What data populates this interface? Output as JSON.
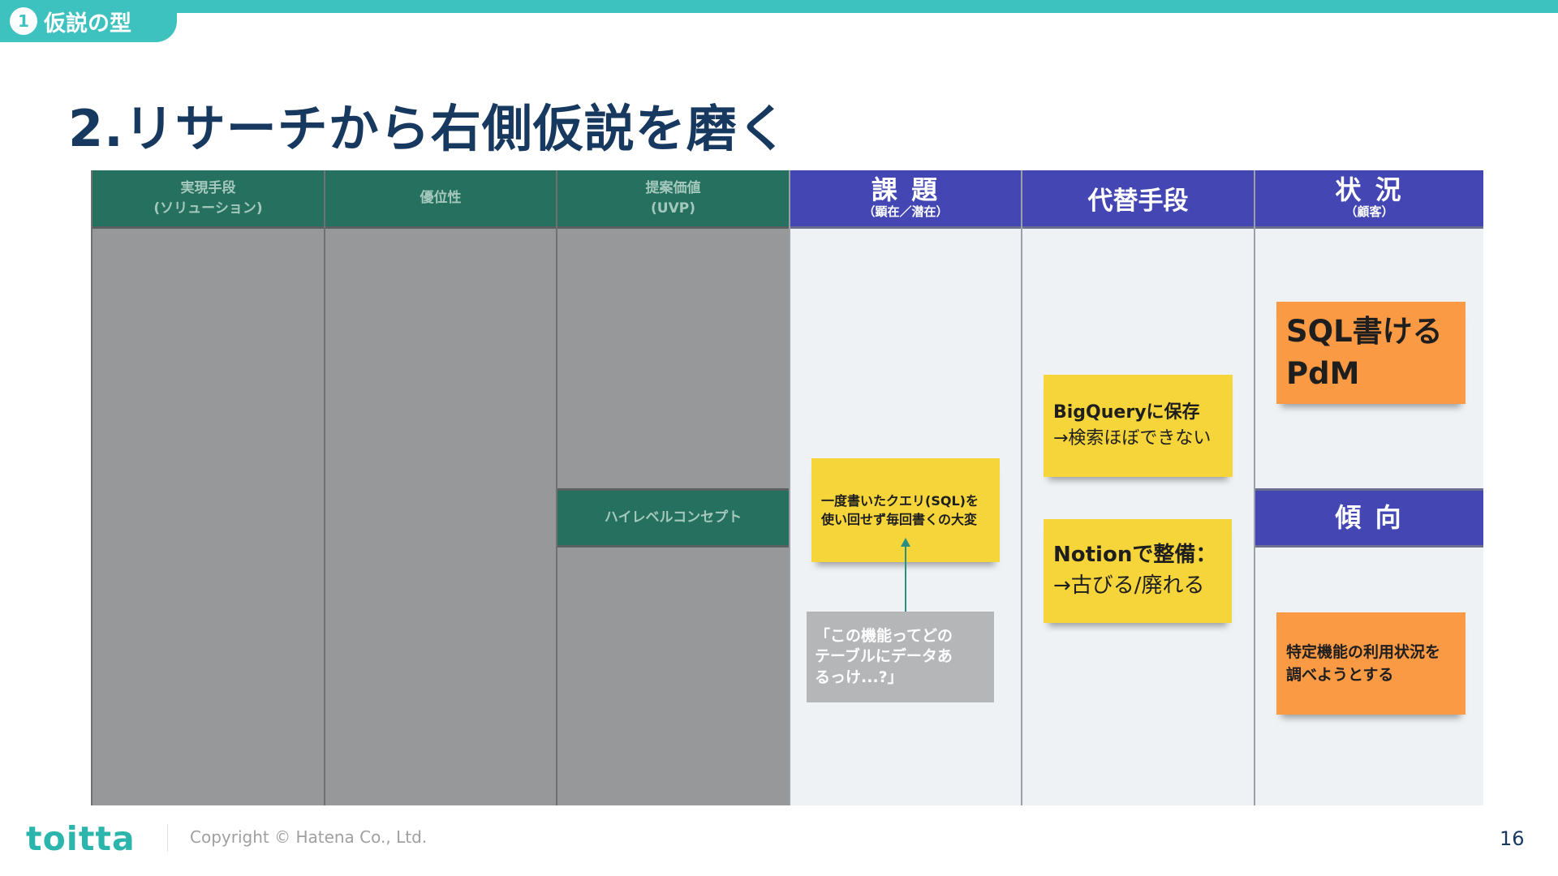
{
  "section": {
    "number": "1",
    "label": "仮説の型"
  },
  "title": "2.リサーチから右側仮説を磨く",
  "columns": {
    "solution": {
      "line1": "実現手段",
      "line2": "(ソリューション)"
    },
    "advantage": {
      "line1": "優位性"
    },
    "uvp": {
      "line1": "提案価値",
      "line2": "(UVP)"
    },
    "high_level_concept": {
      "line1": "ハイレベルコンセプト"
    },
    "problem": {
      "line1": "課 題",
      "line2": "（顕在／潜在）"
    },
    "alternatives": {
      "line1": "代替手段"
    },
    "situation": {
      "line1": "状 況",
      "line2": "（顧客）"
    },
    "tendency": {
      "line1": "傾 向"
    }
  },
  "notes": {
    "problem": {
      "line1": "一度書いたクエリ(SQL)を",
      "line2": "使い回せず毎回書くの大変"
    },
    "quote": {
      "line1": "「この機能ってどの",
      "line2": "テーブルにデータあ",
      "line3": "るっけ...?」"
    },
    "bigquery": {
      "line1": "BigQueryに保存",
      "line2": "→検索ほぼできない"
    },
    "notion": {
      "line1": "Notionで整備：",
      "line2": "→古びる/廃れる"
    },
    "sql_pdm": {
      "line1": "SQL書ける",
      "line2": "PdM"
    },
    "feature_usage": {
      "line1": "特定機能の利用状況を",
      "line2": "調べようとする"
    }
  },
  "footer": {
    "logo": "toitta",
    "copyright": "Copyright © Hatena Co., Ltd.",
    "page_number": "16"
  },
  "colors": {
    "teal": "#3ec2bf",
    "navy": "#17395f",
    "green_header": "#26705f",
    "blue_header": "#4447b3",
    "sticky_yellow": "#f5d53a",
    "sticky_orange": "#fb9a44"
  }
}
